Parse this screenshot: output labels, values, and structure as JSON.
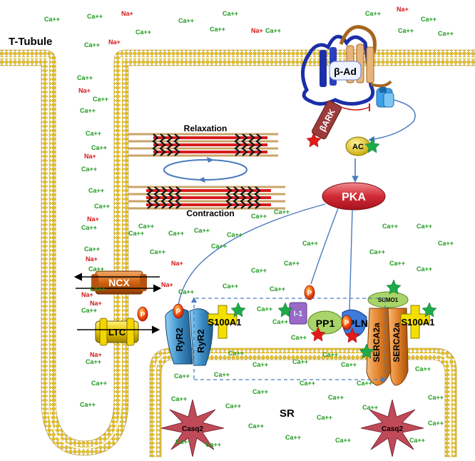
{
  "title": "T-Tubule",
  "ions": {
    "ca": "Ca++",
    "na": "Na+"
  },
  "labels": {
    "beta_ad": "β-Ad",
    "bark": "βARK",
    "ac": "AC",
    "pka": "PKA",
    "relaxation": "Relaxation",
    "contraction": "Contraction",
    "ncx": "NCX",
    "ltc": "LTC",
    "ryr2": "RyR2",
    "s100a1": "S100A1",
    "i1": "I-1",
    "pp1": "PP1",
    "pln": "PLN",
    "sumo1": "SUMO1",
    "serca2a": "SERCA2a",
    "sr": "SR",
    "casq2": "Casq2",
    "p": "P"
  },
  "colors": {
    "ca": "#1f9a1f",
    "na": "#d21818",
    "membrane_head": "#e8c11a",
    "pka": "#c8242f",
    "ncx": "#d36a18",
    "ltc": "#e8c800",
    "ryr2": "#3e8fc8",
    "s100a1": "#f3e000",
    "serca": "#e88a2a",
    "casq": "#c04a58",
    "receptor": "#1c2fa8",
    "arrow": "#4a7bbf"
  }
}
